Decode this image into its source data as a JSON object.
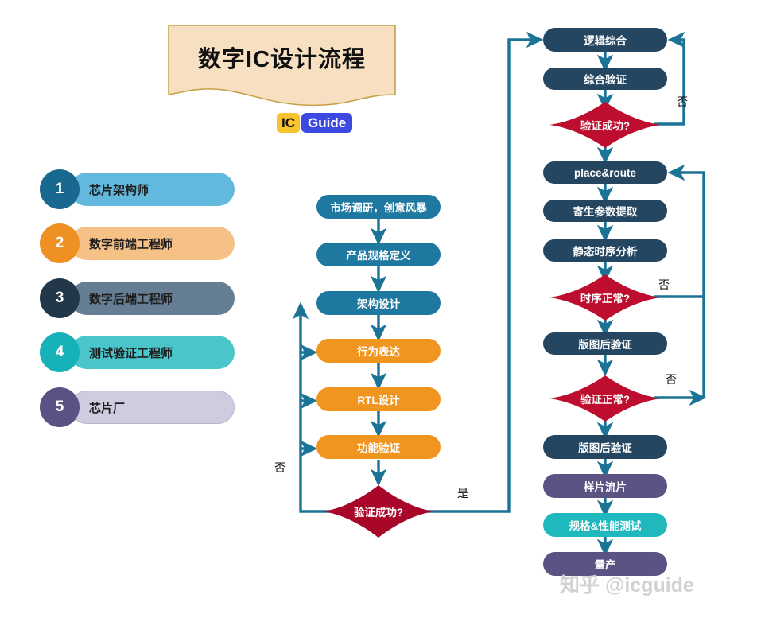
{
  "banner": {
    "title": "数字IC设计流程",
    "fill": "#f7e0c2",
    "stroke": "#c8a24a"
  },
  "logo": {
    "ic": "IC",
    "guide": "Guide",
    "ic_color": "#f7c430",
    "guide_color": "#3b49e0"
  },
  "legend": {
    "items": [
      {
        "num": "1",
        "label": "芯片架构师",
        "circle": "#19688f",
        "bar": "#63b8dd"
      },
      {
        "num": "2",
        "label": "数字前端工程师",
        "circle": "#ef9023",
        "bar": "#f6c186"
      },
      {
        "num": "3",
        "label": "数字后端工程师",
        "circle": "#22384a",
        "bar": "#667e94"
      },
      {
        "num": "4",
        "label": "测试验证工程师",
        "circle": "#16b2b8",
        "bar": "#4ac6cb"
      },
      {
        "num": "5",
        "label": "芯片厂",
        "circle": "#5c5184",
        "bar": "#cfccdf"
      }
    ]
  },
  "middle_flow": {
    "nodes": [
      {
        "label": "市场调研，创意风暴",
        "color": "#1f78a0",
        "kind": "box"
      },
      {
        "label": "产品规格定义",
        "color": "#1f78a0",
        "kind": "box"
      },
      {
        "label": "架构设计",
        "color": "#1f78a0",
        "kind": "box"
      },
      {
        "label": "行为表达",
        "color": "#f09620",
        "kind": "box"
      },
      {
        "label": "RTL设计",
        "color": "#f09620",
        "kind": "box"
      },
      {
        "label": "功能验证",
        "color": "#f09620",
        "kind": "box"
      },
      {
        "label": "验证成功?",
        "color": "#a8072a",
        "kind": "diamond"
      }
    ],
    "no_label": "否",
    "yes_label": "是"
  },
  "right_flow": {
    "nodes": [
      {
        "label": "逻辑综合",
        "color": "#254661",
        "kind": "box"
      },
      {
        "label": "综合验证",
        "color": "#254661",
        "kind": "box"
      },
      {
        "label": "验证成功?",
        "color": "#bd0e2f",
        "kind": "diamond"
      },
      {
        "label": "place&route",
        "color": "#254661",
        "kind": "box"
      },
      {
        "label": "寄生参数提取",
        "color": "#254661",
        "kind": "box"
      },
      {
        "label": "静态时序分析",
        "color": "#254661",
        "kind": "box"
      },
      {
        "label": "时序正常?",
        "color": "#bd0e2f",
        "kind": "diamond"
      },
      {
        "label": "版图后验证",
        "color": "#254661",
        "kind": "box"
      },
      {
        "label": "验证正常?",
        "color": "#bd0e2f",
        "kind": "diamond"
      },
      {
        "label": "版图后验证",
        "color": "#254661",
        "kind": "box"
      },
      {
        "label": "样片流片",
        "color": "#5a5384",
        "kind": "box"
      },
      {
        "label": "规格&性能测试",
        "color": "#1fb8bd",
        "kind": "box"
      },
      {
        "label": "量产",
        "color": "#5a5384",
        "kind": "box"
      }
    ],
    "no_labels": [
      "否",
      "否",
      "否"
    ]
  },
  "connector_color": "#1b7396",
  "watermark": "知乎 @icguide"
}
